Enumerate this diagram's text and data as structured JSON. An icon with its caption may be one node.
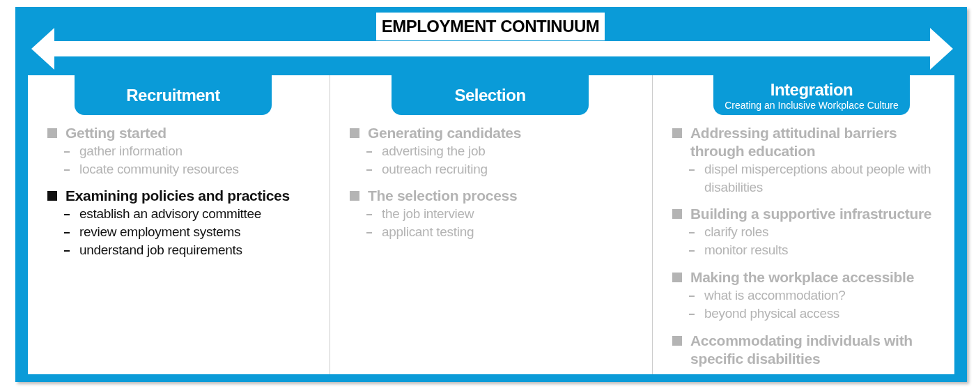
{
  "diagram": {
    "title": "EMPLOYMENT CONTINUUM",
    "nodes": [
      {
        "text": [
          "Recruitment"
        ]
      },
      {
        "text": [
          "Getting started",
          "gather information",
          "locate community resources"
        ],
        "in": 0
      },
      {
        "text": [
          "Examining policies and practices",
          "establish an advisory committee",
          "review employment systems",
          "understand job requirements"
        ],
        "in": 0
      },
      {
        "text": [
          "Selection"
        ]
      },
      {
        "text": [
          "Generating candidates",
          "advertising the job",
          "outreach recruiting"
        ],
        "in": 3
      },
      {
        "text": [
          "The selection process",
          "the job interview",
          "applicant testing"
        ],
        "in": 3
      },
      {
        "text": [
          "Integration",
          "Creating an Inclusive Workplace Culture"
        ]
      },
      {
        "text": [
          "Addressing attitudinal barriers through education",
          "dispel misperceptions about people with disabilities"
        ],
        "in": 6
      },
      {
        "text": [
          "Building a supportive infrastructure",
          "clarify roles",
          "monitor results"
        ],
        "in": 6
      },
      {
        "text": [
          "Making the workplace accessible",
          "what is accommodation?",
          "beyond physical access"
        ],
        "in": 6
      },
      {
        "text": [
          "Accommodating individuals with specific disabilities"
        ],
        "in": 6
      }
    ],
    "edges": []
  }
}
